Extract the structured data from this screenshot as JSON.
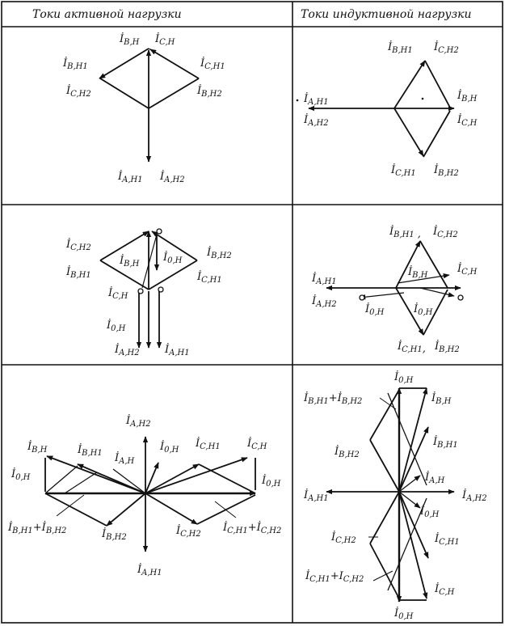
{
  "headers": {
    "active": "Токи  активной   нагрузки",
    "inductive": "Токи  индуктивной  нагрузки"
  },
  "labels": {
    "a1": [
      {
        "main": "İ",
        "sub": "B,H"
      },
      {
        "main": "İ",
        "sub": "C,H"
      },
      {
        "main": "İ",
        "sub": "B,H1"
      },
      {
        "main": "İ",
        "sub": "C,H1"
      },
      {
        "main": "İ",
        "sub": "C,H2"
      },
      {
        "main": "İ",
        "sub": "B,H2"
      },
      {
        "main": "İ",
        "sub": "A,H1"
      },
      {
        "main": "İ",
        "sub": "A,H2"
      }
    ],
    "i1": [
      {
        "main": "İ",
        "sub": "B,H1"
      },
      {
        "main": "İ",
        "sub": "C,H2"
      },
      {
        "main": "İ",
        "sub": "A,H1"
      },
      {
        "main": "İ",
        "sub": "A,H2"
      },
      {
        "main": "İ",
        "sub": "B,H"
      },
      {
        "main": "İ",
        "sub": "C,H"
      },
      {
        "main": "İ",
        "sub": "C,H1"
      },
      {
        "main": "İ",
        "sub": "B,H2"
      }
    ],
    "a2": [
      {
        "main": "İ",
        "sub": "C,H2"
      },
      {
        "main": "İ",
        "sub": "B,H"
      },
      {
        "main": "İ",
        "sub": "0,H"
      },
      {
        "main": "İ",
        "sub": "B,H2"
      },
      {
        "main": "İ",
        "sub": "B,H1"
      },
      {
        "main": "İ",
        "sub": "C,H"
      },
      {
        "main": "İ",
        "sub": "C,H1"
      },
      {
        "main": "İ",
        "sub": "0,H"
      },
      {
        "main": "İ",
        "sub": "A,H2"
      },
      {
        "main": "İ",
        "sub": "A,H1"
      }
    ],
    "i2": [
      {
        "main": "İ",
        "sub": "B,H1"
      },
      {
        "main": "İ",
        "sub": "C,H2"
      },
      {
        "main": "İ",
        "sub": "B,H"
      },
      {
        "main": "İ",
        "sub": "C,H"
      },
      {
        "main": "İ",
        "sub": "A,H1"
      },
      {
        "main": "İ",
        "sub": "A,H2"
      },
      {
        "main": "İ",
        "sub": "0,H"
      },
      {
        "main": "İ",
        "sub": "0,H"
      },
      {
        "main": "İ",
        "sub": "C,H1"
      },
      {
        "main": "İ",
        "sub": "B,H2"
      }
    ],
    "a3": [
      {
        "main": "İ",
        "sub": "A,H2"
      },
      {
        "main": "İ",
        "sub": "B,H"
      },
      {
        "main": "İ",
        "sub": "B,H1"
      },
      {
        "main": "İ",
        "sub": "A,H"
      },
      {
        "main": "İ",
        "sub": "0,H"
      },
      {
        "main": "İ",
        "sub": "C,H1"
      },
      {
        "main": "İ",
        "sub": "C,H"
      },
      {
        "main": "İ",
        "sub": "0,H"
      },
      {
        "main": "İ",
        "sub": "0,H"
      },
      {
        "main": "İ",
        "sub": "B,H2"
      },
      {
        "main": "İ",
        "sub": "C,H2"
      },
      {
        "main": "İ",
        "sub": "A,H1"
      }
    ],
    "a3_sums": {
      "b_main1": "İ",
      "b_sub1": "B,H1",
      "b_plus": "+",
      "b_main2": "İ",
      "b_sub2": "B,H2",
      "c_main1": "İ",
      "c_sub1": "C,H1",
      "c_plus": "+",
      "c_main2": "İ",
      "c_sub2": "C,H2"
    },
    "i3": [
      {
        "main": "İ",
        "sub": "0,H"
      },
      {
        "main": "İ",
        "sub": "B,H"
      },
      {
        "main": "İ",
        "sub": "B,H2"
      },
      {
        "main": "İ",
        "sub": "B,H1"
      },
      {
        "main": "İ",
        "sub": "A,H"
      },
      {
        "main": "İ",
        "sub": "A,H1"
      },
      {
        "main": "İ",
        "sub": "A,H2"
      },
      {
        "main": "İ",
        "sub": "0,H"
      },
      {
        "main": "İ",
        "sub": "C,H2"
      },
      {
        "main": "İ",
        "sub": "C,H1"
      },
      {
        "main": "İ",
        "sub": "C,H"
      },
      {
        "main": "İ",
        "sub": "0,H"
      }
    ],
    "i3_sums": {
      "b_main1": "İ",
      "b_sub1": "B,H1",
      "b_plus": "+",
      "b_main2": "İ",
      "b_sub2": "B,H2",
      "c_main1": "İ",
      "c_sub1": "C,H1",
      "c_plus": "+",
      "c_main2": "I",
      "c_sub2": "C,H2"
    }
  }
}
